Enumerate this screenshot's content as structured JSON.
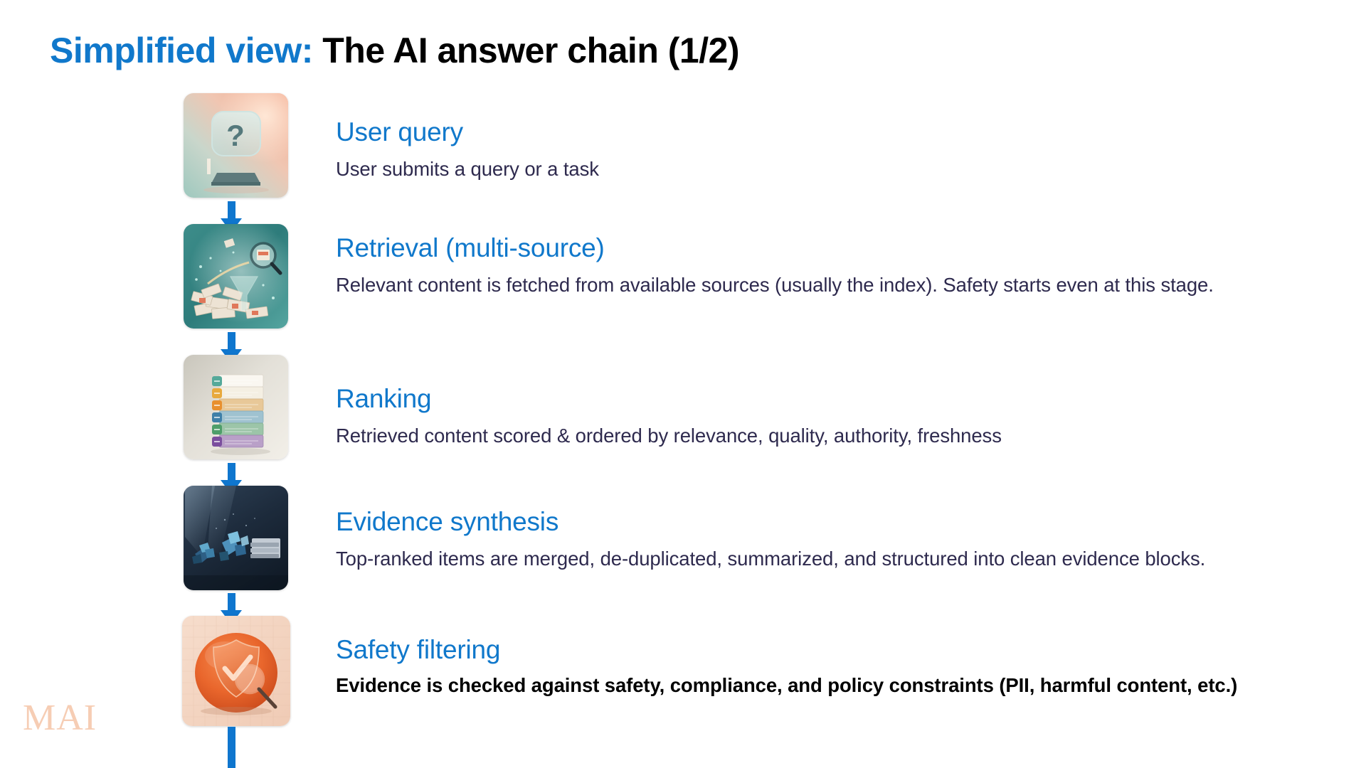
{
  "slide": {
    "title_accent": "Simplified view:",
    "title_plain": " The AI answer chain (1/2)",
    "watermark": "MAI",
    "colors": {
      "accent_blue": "#1078CB",
      "arrow_blue": "#0F76CE",
      "body_navy": "#2E2A4E",
      "body_black": "#000000",
      "watermark_peach": "#F6CDB4",
      "background": "#FFFFFF"
    }
  },
  "steps": [
    {
      "heading": "User query",
      "body": "User submits a query or a task",
      "icon_name": "question-mark-pedestal-image",
      "icon_alt": "Glass question mark on a pedestal, teal-to-peach gradient background"
    },
    {
      "heading": "Retrieval (multi-source)",
      "body": "Relevant content is fetched from available sources (usually the index). Safety starts even at this stage.",
      "icon_name": "funnel-magnifier-documents-image",
      "icon_alt": "Pile of documents with a funnel and magnifying glass on teal background"
    },
    {
      "heading": "Ranking",
      "body": "Retrieved content scored & ordered by relevance, quality, authority, freshness",
      "icon_name": "stacked-ranked-list-image",
      "icon_alt": "Stack of colored ranked list rows on a light beige background"
    },
    {
      "heading": "Evidence synthesis",
      "body": "Top-ranked items are merged, de-duplicated, summarized, and structured into clean evidence blocks.",
      "icon_name": "crystal-fragments-document-stack-image",
      "icon_alt": "Blue crystal fragments merging into a stack of documents on dark navy background"
    },
    {
      "heading": "Safety filtering",
      "body": "Evidence is checked against safety, compliance, and policy constraints (PII, harmful content, etc.)",
      "icon_name": "orange-shield-check-magnifier-image",
      "icon_alt": "Orange shield with checkmark and magnifying glass on peach background"
    }
  ],
  "arrows": [
    {
      "name": "arrow-user-query-to-retrieval"
    },
    {
      "name": "arrow-retrieval-to-ranking"
    },
    {
      "name": "arrow-ranking-to-evidence-synthesis"
    },
    {
      "name": "arrow-evidence-synthesis-to-safety-filtering"
    },
    {
      "name": "arrow-safety-filtering-to-next"
    }
  ]
}
